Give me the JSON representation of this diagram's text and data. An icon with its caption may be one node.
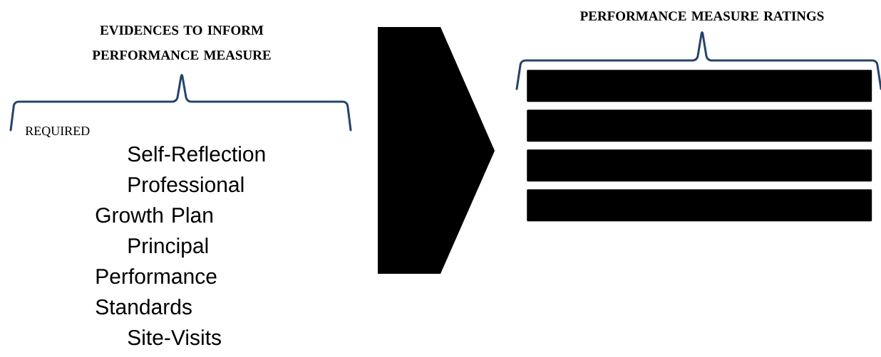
{
  "diagram": {
    "nodes": [
      {
        "text": [],
        "shape": "chevron"
      },
      {
        "text": [],
        "shape": "bar"
      },
      {
        "text": [],
        "shape": "bar"
      },
      {
        "text": [],
        "shape": "bar"
      },
      {
        "text": [],
        "shape": "bar"
      }
    ],
    "labels": [
      "EVIDENCES TO INFORM PERFORMANCE MEASURE",
      "PERFORMANCE MEASURE RATINGS",
      "REQUIRED",
      "Self-Reflection",
      "Professional Growth Plan",
      "Principal Performance Standards",
      "Site-Visits"
    ]
  }
}
